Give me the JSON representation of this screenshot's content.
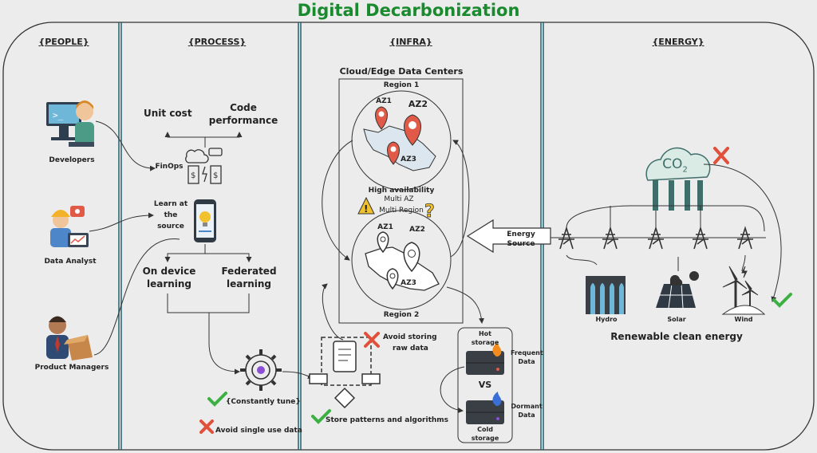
{
  "title": "Digital Decarbonization",
  "sections": {
    "people": "{PEOPLE}",
    "process": "{PROCESS}",
    "infra": "{INFRA}",
    "energy": "{ENERGY}"
  },
  "people": {
    "developers": "Developers",
    "data_analyst": "Data Analyst",
    "product_managers": "Product Managers"
  },
  "process": {
    "unit_cost": "Unit cost",
    "code_performance_1": "Code",
    "code_performance_2": "performance",
    "finops": "FinOps",
    "learn_1": "Learn at",
    "learn_2": "the",
    "learn_3": "source",
    "on_device_1": "On device",
    "on_device_2": "learning",
    "federated_1": "Federated",
    "federated_2": "learning",
    "constantly_tune": "{Constantly tune}",
    "avoid_single": "Avoid single use data"
  },
  "infra": {
    "datacenters": "Cloud/Edge Data Centers",
    "region1": "Region 1",
    "region2": "Region 2",
    "az1": "AZ1",
    "az2": "AZ2",
    "az3": "AZ3",
    "high_availability": "High availability",
    "multi_az": "Multi AZ",
    "multi_region": "Multi Region",
    "avoid_raw_1": "Avoid storing",
    "avoid_raw_2": "raw data",
    "store_patterns": "Store patterns and algorithms",
    "hot_1": "Hot",
    "hot_2": "storage",
    "cold_1": "Cold",
    "cold_2": "storage",
    "vs": "VS",
    "frequent_1": "Frequent",
    "frequent_2": "Data",
    "dormant_1": "Dormant",
    "dormant_2": "Data"
  },
  "energy": {
    "energy_source_1": "Energy",
    "energy_source_2": "Source",
    "co2": "CO",
    "co2_sub": "2",
    "hydro": "Hydro",
    "solar": "Solar",
    "wind": "Wind",
    "renewable": "Renewable clean energy"
  },
  "colors": {
    "title": "#1a8a2e",
    "divider": "#1f5f6b",
    "pin_red": "#e05a47",
    "check_green": "#3cb043",
    "cross_red": "#e0503a",
    "warning_yellow": "#f2c12e"
  }
}
